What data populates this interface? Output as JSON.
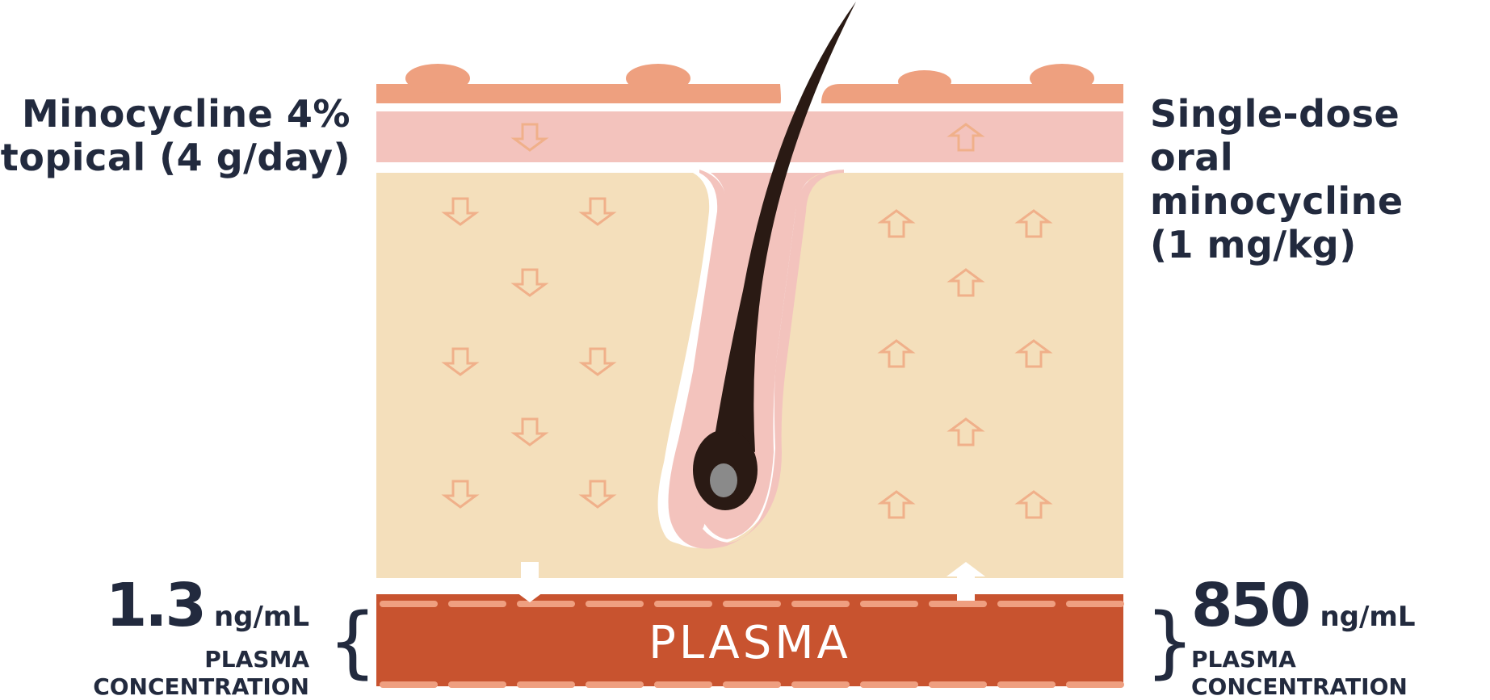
{
  "topical": {
    "heading": "Minocycline 4%\ntopical (4 g/day)",
    "value": "1.3",
    "unit": "ng/mL",
    "caption": "PLASMA\nCONCENTRATION"
  },
  "oral": {
    "heading": "Single-dose\noral minocycline\n(1 mg/kg)",
    "value": "850",
    "unit": "ng/mL",
    "caption": "PLASMA\nCONCENTRATION"
  },
  "plasma_label": "PLASMA",
  "brace_left": "{",
  "brace_right": "}",
  "colors": {
    "text": "#222a3e",
    "surface": "#eea07f",
    "epidermis": "#f3c3bd",
    "dermis": "#f4dfbb",
    "arrow": "#f0b08a",
    "hair": "#2a1a14",
    "bulb_center": "#8a8a8a",
    "plasma": "#c8532f",
    "plasma_dash": "#ef9f80",
    "divider": "#ffffff"
  },
  "icons": {
    "topical_arrows": "down-arrow-icon",
    "oral_arrows": "up-arrow-icon",
    "hair": "hair-follicle-icon"
  }
}
